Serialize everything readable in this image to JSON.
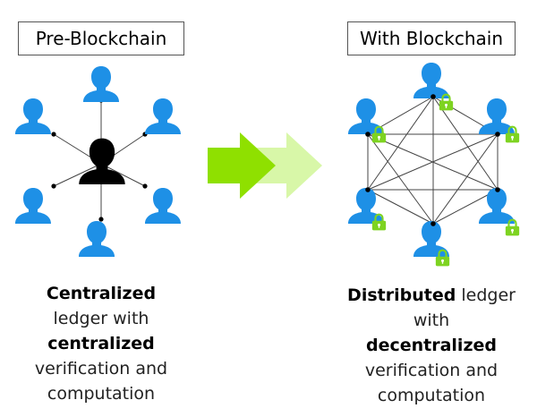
{
  "left_panel": {
    "title": "Pre-Blockchain",
    "caption": {
      "line1_bold": "Centralized",
      "line2": "ledger with",
      "line3_bold": "centralized",
      "line4": "verification and",
      "line5": "computation"
    }
  },
  "right_panel": {
    "title": "With Blockchain",
    "caption": {
      "line1_bold": "Distributed",
      "line1_rest": " ledger",
      "line2": "with",
      "line3_bold": "decentralized",
      "line4": "verification and",
      "line5": "computation"
    }
  },
  "colors": {
    "person": "#1e90e6",
    "central_person": "#000000",
    "lock": "#7ed321",
    "arrow_front": "#8fe000",
    "arrow_back": "#d8f7a8",
    "line": "#444444",
    "node": "#000000"
  },
  "icons": {
    "person": "person-icon",
    "lock": "lock-icon",
    "arrow": "arrow-right-icon"
  }
}
